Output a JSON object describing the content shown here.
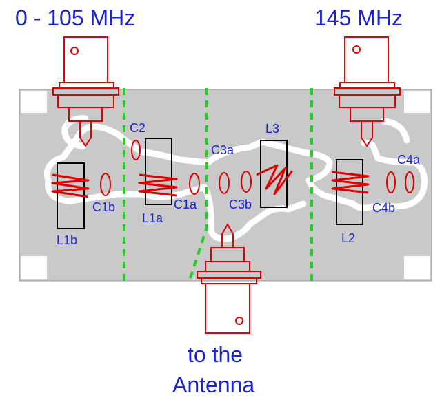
{
  "labels": {
    "freq_low": "0 - 105 MHz",
    "freq_high": "145 MHz",
    "to_the": "to the",
    "antenna": "Antenna"
  },
  "components": {
    "c2": "C2",
    "c3a": "C3a",
    "l3": "L3",
    "c4a": "C4a",
    "c1b": "C1b",
    "c1a": "C1a",
    "c3b": "C3b",
    "c4b": "C4b",
    "l1a": "L1a",
    "l1b": "L1b",
    "l2": "L2"
  },
  "colors": {
    "board": "#c9c9c9",
    "trace": "#ffffff",
    "connector": "#e00000",
    "component_outline": "#000000",
    "divider": "#22d022",
    "text": "#1a22d6"
  }
}
